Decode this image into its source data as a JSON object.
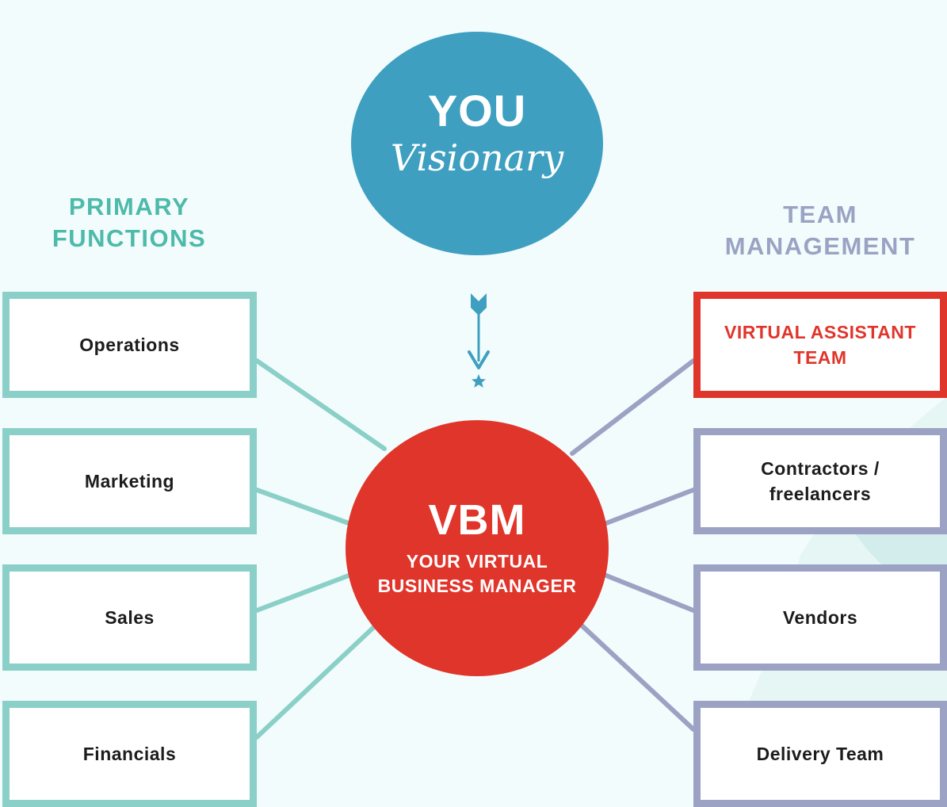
{
  "colors": {
    "you_circle": "#3e9fc1",
    "vbm_circle": "#e0352b",
    "primary_accent": "#4dbaaa",
    "primary_border": "#8ad0c8",
    "team_accent": "#9aa3c3",
    "team_border": "#9ba2c3",
    "highlight": "#e0352b",
    "background": "#f3fcfc"
  },
  "top_node": {
    "title": "YOU",
    "subtitle": "Visionary"
  },
  "center_node": {
    "title": "VBM",
    "subtitle": "YOUR VIRTUAL BUSINESS MANAGER"
  },
  "left_column": {
    "heading": "PRIMARY FUNCTIONS",
    "items": [
      "Operations",
      "Marketing",
      "Sales",
      "Financials"
    ]
  },
  "right_column": {
    "heading": "TEAM MANAGEMENT",
    "items": [
      "VIRTUAL ASSISTANT TEAM",
      "Contractors / freelancers",
      "Vendors",
      "Delivery Team"
    ],
    "highlighted_item": "VIRTUAL ASSISTANT TEAM"
  },
  "connector_icon": "arrow-down-icon"
}
